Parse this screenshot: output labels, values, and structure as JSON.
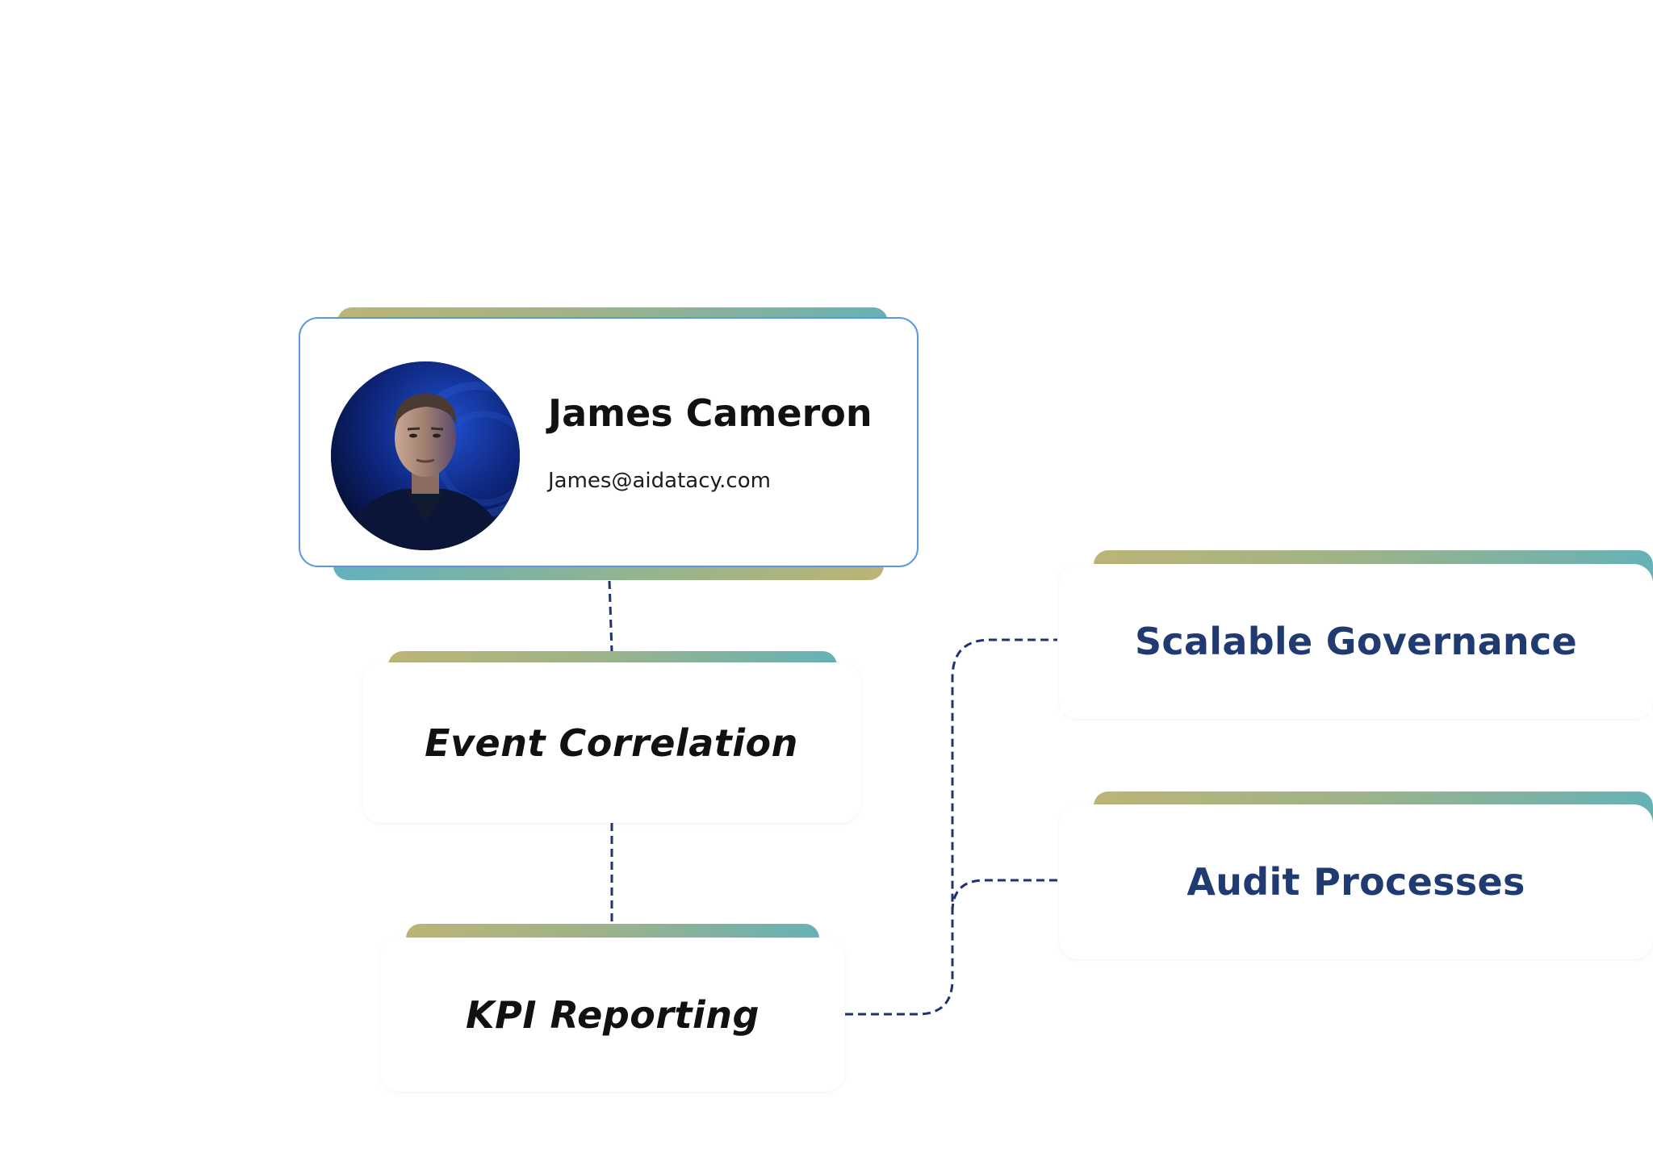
{
  "root": {
    "name": "James Cameron",
    "email": "James@aidatacy.com"
  },
  "nodes": {
    "event_correlation": "Event Correlation",
    "kpi_reporting": "KPI Reporting",
    "scalable_governance": "Scalable Governance",
    "audit_processes": "Audit Processes"
  },
  "colors": {
    "connector": "#1e3170",
    "root_border": "#5b97e2",
    "child_text": "#203a72",
    "tab_gold": "#bcb476",
    "tab_teal": "#66b2b6"
  }
}
